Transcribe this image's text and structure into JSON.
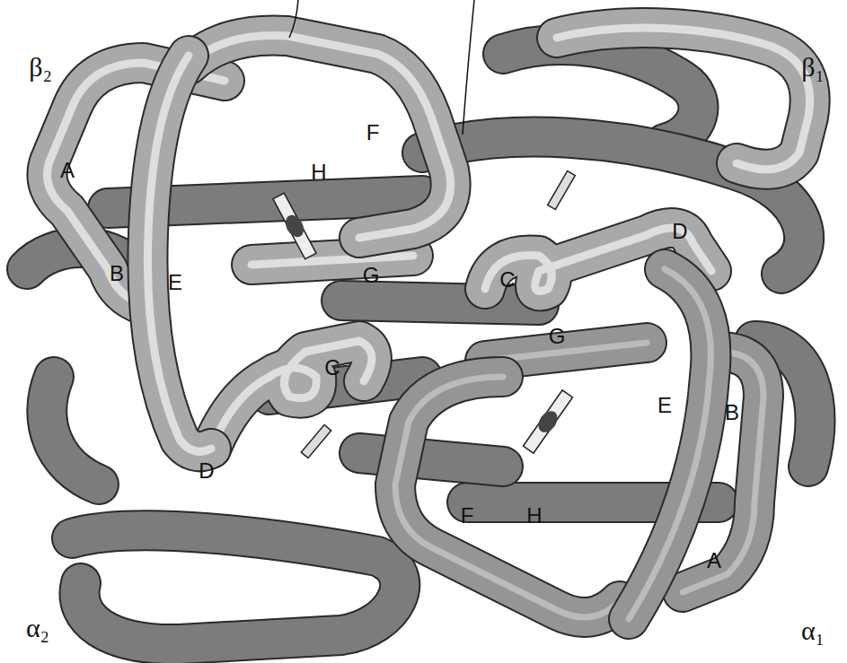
{
  "diagram": {
    "labels": [
      "β₂",
      "β₁",
      "F",
      "H",
      "A",
      "D",
      "B",
      "E",
      "C",
      "G",
      "G",
      "C",
      "B",
      "E",
      "D",
      "H",
      "F",
      "A",
      "α₂",
      "α₁"
    ]
  }
}
